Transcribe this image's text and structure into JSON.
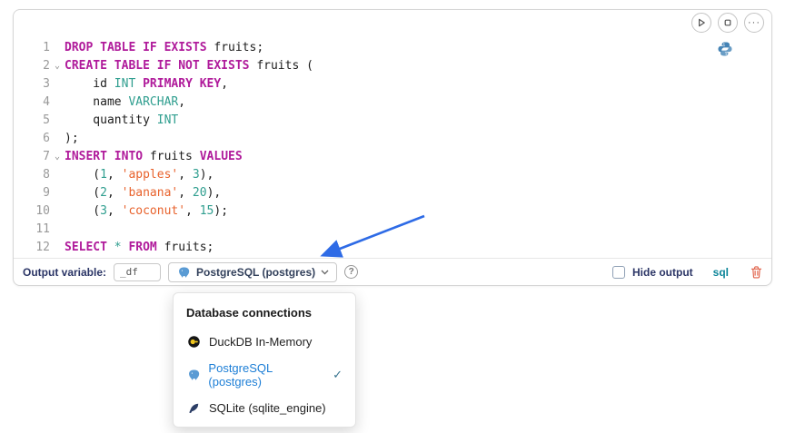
{
  "colors": {
    "keyword": "#b01b9b",
    "type": "#2f9e8f",
    "number": "#2f9e8f",
    "string": "#e8622c",
    "arrow": "#2e6be6",
    "trash": "#e05d44",
    "selected_item": "#1c7ed6"
  },
  "cell": {
    "actions": {
      "more_icon_glyph": "···"
    },
    "footer": {
      "output_variable_label": "Output variable:",
      "output_variable_value": "_df",
      "connection_label": "PostgreSQL (postgres)",
      "help_icon_glyph": "?",
      "hide_output_label": "Hide output",
      "language_badge": "sql"
    }
  },
  "code": {
    "language": "sql",
    "lines": [
      {
        "n": 1,
        "fold": false,
        "tokens": [
          {
            "t": "kw",
            "v": "DROP TABLE IF EXISTS"
          },
          {
            "t": "pl",
            "v": " fruits;"
          }
        ]
      },
      {
        "n": 2,
        "fold": true,
        "tokens": [
          {
            "t": "kw",
            "v": "CREATE TABLE IF NOT EXISTS"
          },
          {
            "t": "pl",
            "v": " fruits ("
          }
        ]
      },
      {
        "n": 3,
        "fold": false,
        "tokens": [
          {
            "t": "pl",
            "v": "    id "
          },
          {
            "t": "ty",
            "v": "INT"
          },
          {
            "t": "pl",
            "v": " "
          },
          {
            "t": "kw",
            "v": "PRIMARY KEY"
          },
          {
            "t": "pl",
            "v": ","
          }
        ]
      },
      {
        "n": 4,
        "fold": false,
        "tokens": [
          {
            "t": "pl",
            "v": "    name "
          },
          {
            "t": "ty",
            "v": "VARCHAR"
          },
          {
            "t": "pl",
            "v": ","
          }
        ]
      },
      {
        "n": 5,
        "fold": false,
        "tokens": [
          {
            "t": "pl",
            "v": "    quantity "
          },
          {
            "t": "ty",
            "v": "INT"
          }
        ]
      },
      {
        "n": 6,
        "fold": false,
        "tokens": [
          {
            "t": "pl",
            "v": ");"
          }
        ]
      },
      {
        "n": 7,
        "fold": true,
        "tokens": [
          {
            "t": "kw",
            "v": "INSERT INTO"
          },
          {
            "t": "pl",
            "v": " fruits "
          },
          {
            "t": "kw",
            "v": "VALUES"
          }
        ]
      },
      {
        "n": 8,
        "fold": false,
        "tokens": [
          {
            "t": "pl",
            "v": "    ("
          },
          {
            "t": "num",
            "v": "1"
          },
          {
            "t": "pl",
            "v": ", "
          },
          {
            "t": "str",
            "v": "'apples'"
          },
          {
            "t": "pl",
            "v": ", "
          },
          {
            "t": "num",
            "v": "3"
          },
          {
            "t": "pl",
            "v": "),"
          }
        ]
      },
      {
        "n": 9,
        "fold": false,
        "tokens": [
          {
            "t": "pl",
            "v": "    ("
          },
          {
            "t": "num",
            "v": "2"
          },
          {
            "t": "pl",
            "v": ", "
          },
          {
            "t": "str",
            "v": "'banana'"
          },
          {
            "t": "pl",
            "v": ", "
          },
          {
            "t": "num",
            "v": "20"
          },
          {
            "t": "pl",
            "v": "),"
          }
        ]
      },
      {
        "n": 10,
        "fold": false,
        "tokens": [
          {
            "t": "pl",
            "v": "    ("
          },
          {
            "t": "num",
            "v": "3"
          },
          {
            "t": "pl",
            "v": ", "
          },
          {
            "t": "str",
            "v": "'coconut'"
          },
          {
            "t": "pl",
            "v": ", "
          },
          {
            "t": "num",
            "v": "15"
          },
          {
            "t": "pl",
            "v": ");"
          }
        ]
      },
      {
        "n": 11,
        "fold": false,
        "tokens": []
      },
      {
        "n": 12,
        "fold": false,
        "tokens": [
          {
            "t": "kw",
            "v": "SELECT"
          },
          {
            "t": "pl",
            "v": " "
          },
          {
            "t": "op",
            "v": "*"
          },
          {
            "t": "pl",
            "v": " "
          },
          {
            "t": "kw",
            "v": "FROM"
          },
          {
            "t": "pl",
            "v": " fruits;"
          }
        ]
      }
    ]
  },
  "dropdown": {
    "title": "Database connections",
    "items": [
      {
        "label": "DuckDB In-Memory",
        "icon": "duckdb-icon",
        "selected": false
      },
      {
        "label": "PostgreSQL (postgres)",
        "icon": "postgres-icon",
        "selected": true,
        "check_glyph": "✓"
      },
      {
        "label": "SQLite (sqlite_engine)",
        "icon": "sqlite-icon",
        "selected": false
      }
    ]
  }
}
